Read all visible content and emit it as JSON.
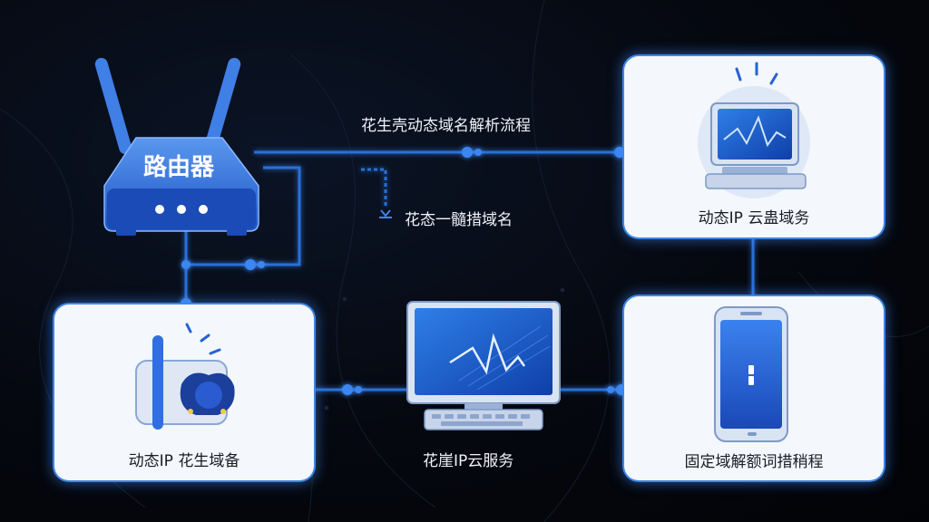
{
  "diagram": {
    "router_label": "路由器",
    "flow_title": "花生壳动态域名解析流程",
    "dns_step_label": "花态一髓措域名",
    "top_right_card_label": "动态IP 云蛊域务",
    "left_card_label": "动态IP 花生域备",
    "monitor_label": "花崖IP云服务",
    "phone_card_label": "固定域解额词措稍程"
  },
  "colors": {
    "background": "#03060c",
    "accent_blue": "#2f7be0",
    "line_blue": "#2a6fd6",
    "card_bg": "#f4f7fc"
  }
}
